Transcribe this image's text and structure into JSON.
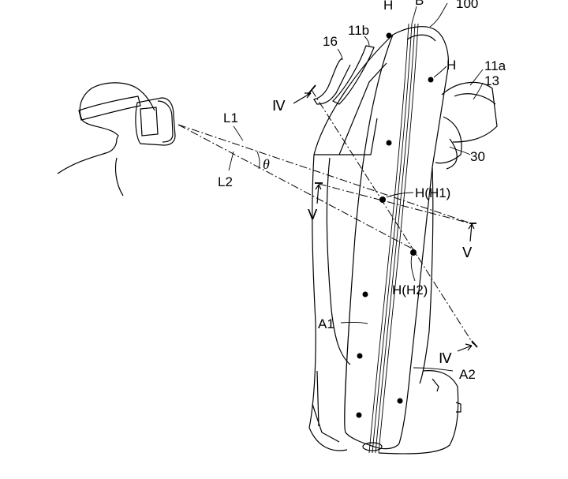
{
  "labels": {
    "device": "100",
    "top_h": "H",
    "top_b": "B",
    "l11b": "11b",
    "l16": "16",
    "h_right": "H",
    "l11a": "11a",
    "l13": "13",
    "l30": "30",
    "iv_top": "Ⅳ",
    "iv_bottom": "Ⅳ",
    "v_left": "Ⅴ",
    "v_right": "Ⅴ",
    "L1": "L1",
    "L2": "L2",
    "theta": "θ",
    "h1": "H(H1)",
    "h2": "H(H2)",
    "a1": "A1",
    "a2": "A2"
  }
}
